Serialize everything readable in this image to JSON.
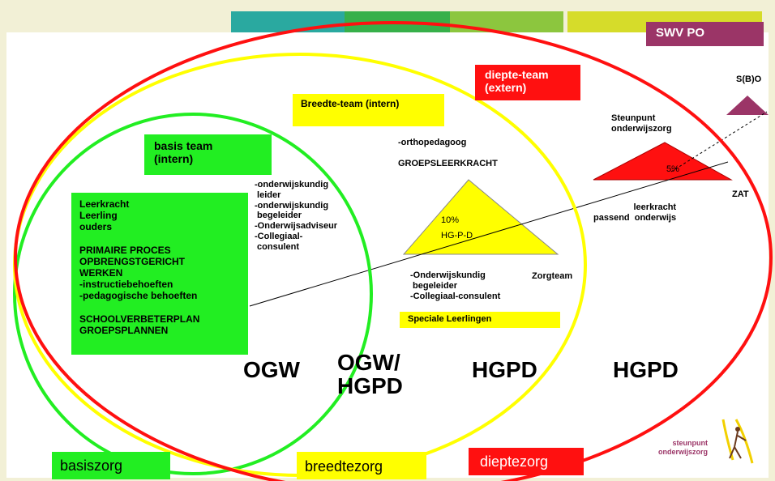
{
  "colors": {
    "green": "#22ee22",
    "yellow": "#ffff00",
    "red": "#ff1010",
    "purple": "#9b3567",
    "tab_teal": "#2aa9a0",
    "tab_green": "#37b04a",
    "tab_lime": "#8cc63e",
    "tab_yellow": "#d6dc2a"
  },
  "header": {
    "swv_po": "SWV PO"
  },
  "labels": {
    "sbo": "S(B)O",
    "diepte_team": "diepte-team\n(extern)",
    "breedte_team": "Breedte-team (intern)",
    "basis_team": "basis team\n(intern)",
    "steunpunt_onderwijszorg": "Steunpunt\nonderwijszorg",
    "zat": "ZAT",
    "orthopedagoog": "-orthopedagoog",
    "groepsleerkracht": "GROEPSLEERKRACHT",
    "leerkracht_passend": "leerkracht\npassend  onderwijs",
    "onderwijskundig_list": "-onderwijskundig\n leider\n-onderwijskundig\n begeleider\n-Onderwijsadviseur\n-Collegiaal-\n consulent",
    "zorgteam": "Zorgteam",
    "breedte_support": "-Onderwijskundig\n begeleider\n-Collegiaal-consulent",
    "speciale_leerlingen": "Speciale Leerlingen",
    "green_box": "Leerkracht\nLeerling\nouders\n\nPRIMAIRE PROCES\nOPBRENGSTGERICHT\nWERKEN\n-instructiebehoeften\n-pedagogische behoeften\n\nSCHOOLVERBETERPLAN\nGROEPSPLANNEN",
    "triangle_pct": "10%",
    "triangle_label": "HG-P-D",
    "red_triangle_pct": "5%"
  },
  "approaches": {
    "ogw": "OGW",
    "ogw_hgpd": "OGW/\nHGPD",
    "hgpd_1": "HGPD",
    "hgpd_2": "HGPD"
  },
  "footer": {
    "basiszorg": "basiszorg",
    "breedtezorg": "breedtezorg",
    "dieptezorg": "dieptezorg",
    "logo_text": "steunpunt\nonderwijszorg"
  }
}
